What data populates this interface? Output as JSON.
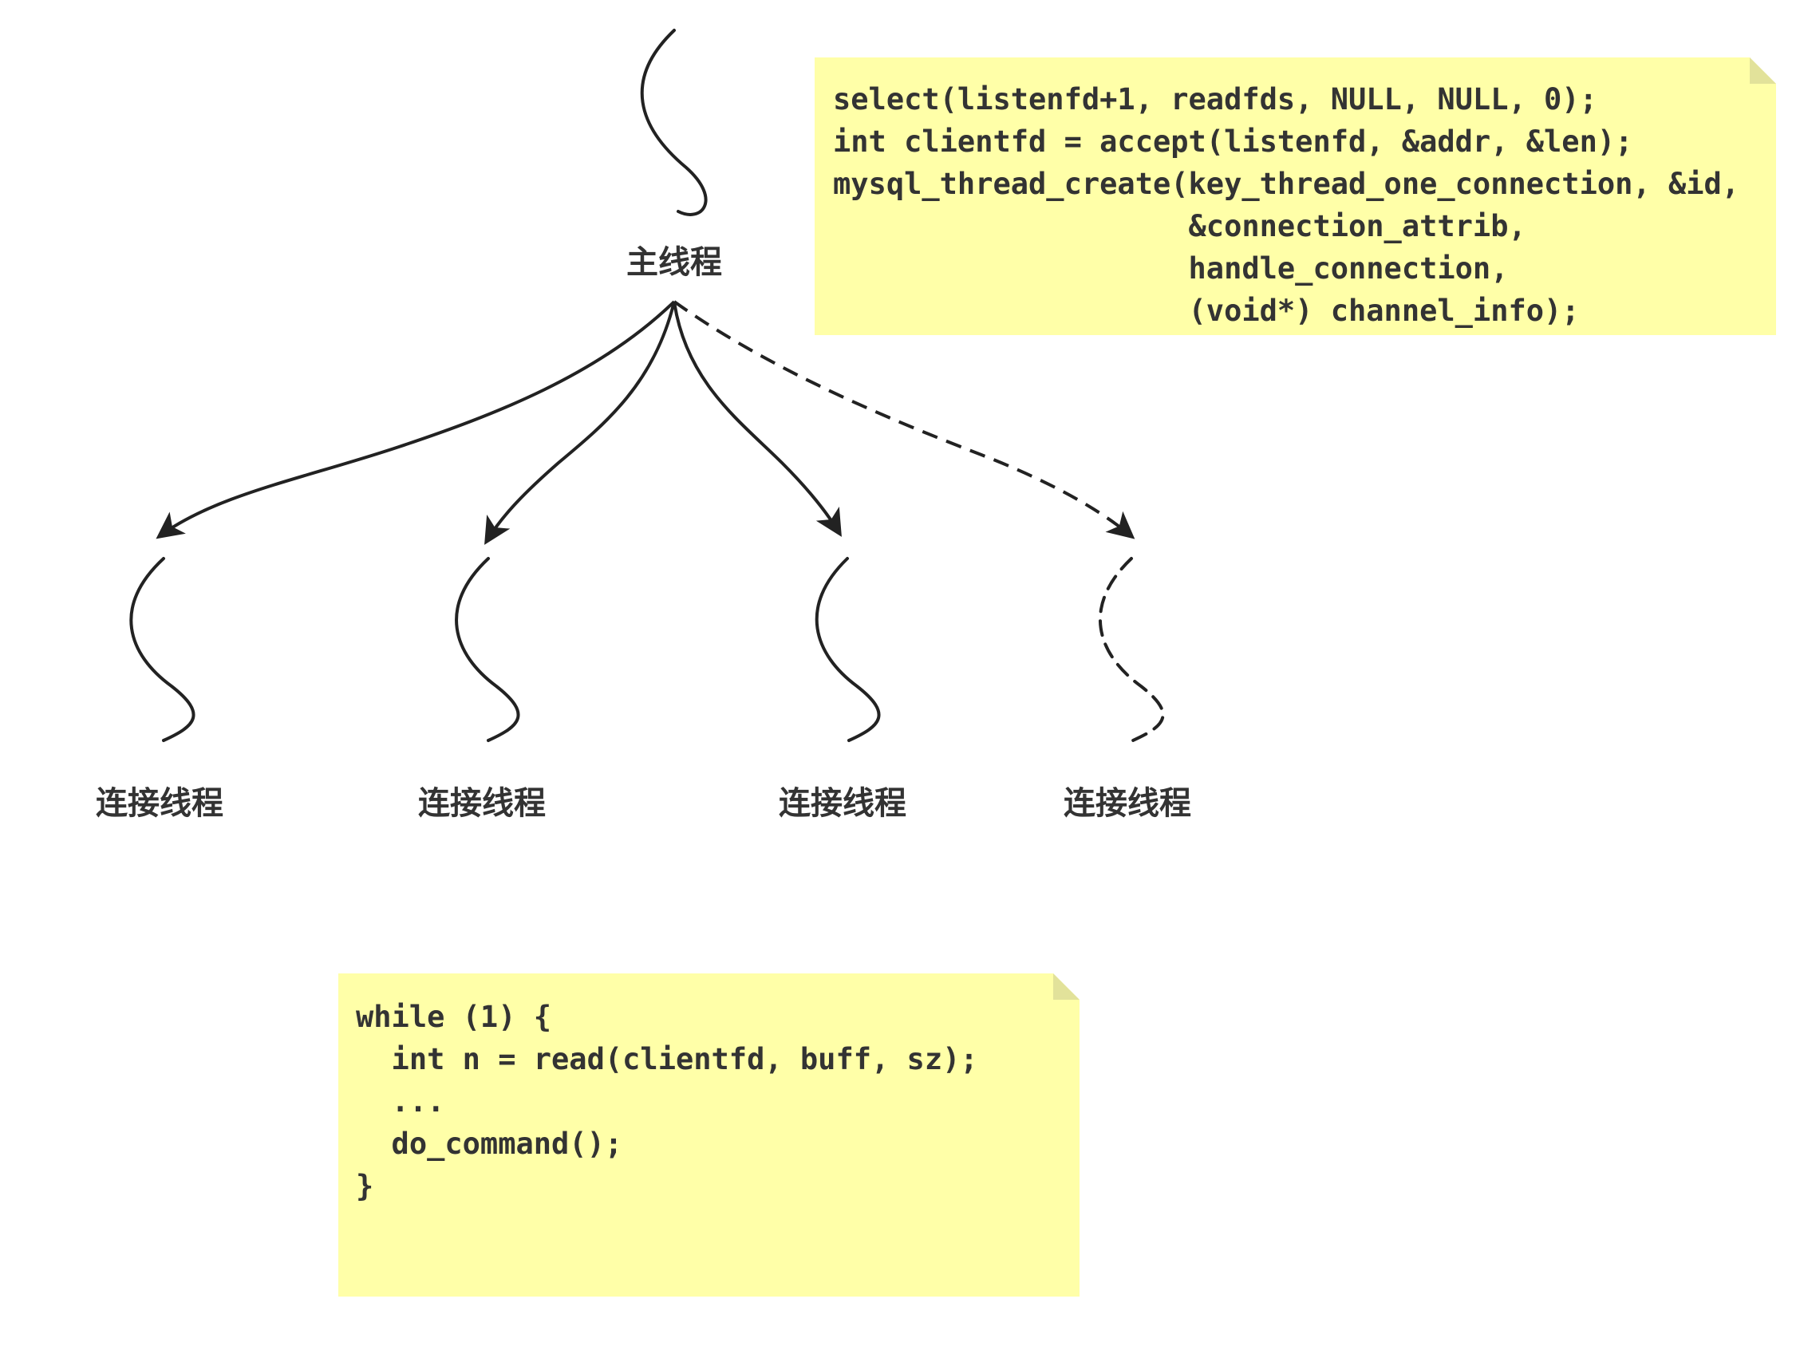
{
  "main_thread": {
    "label": "主线程"
  },
  "connection_threads": [
    {
      "label": "连接线程",
      "style": "solid"
    },
    {
      "label": "连接线程",
      "style": "solid"
    },
    {
      "label": "连接线程",
      "style": "solid"
    },
    {
      "label": "连接线程",
      "style": "dashed"
    }
  ],
  "notes": {
    "main_note": {
      "lines": [
        "select(listenfd+1, readfds, NULL, NULL, 0);",
        "int clientfd = accept(listenfd, &addr, &len);",
        "mysql_thread_create(key_thread_one_connection, &id,",
        "                    &connection_attrib,",
        "                    handle_connection,",
        "                    (void*) channel_info);"
      ]
    },
    "worker_note": {
      "lines": [
        "while (1) {",
        "  int n = read(clientfd, buff, sz);",
        "  ...",
        "  do_command();",
        "}"
      ]
    }
  },
  "colors": {
    "note_fill": "#ffffa8",
    "note_fold": "#e2e29a",
    "stroke": "#222222",
    "text": "#333333"
  }
}
